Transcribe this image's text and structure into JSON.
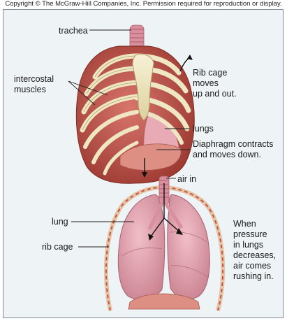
{
  "copyright": "Copyright © The McGraw-Hill Companies, Inc. Permission required for reproduction or display.",
  "labels": {
    "trachea": "trachea",
    "intercostal": [
      "intercostal",
      "muscles"
    ],
    "rib_cage_moves": [
      "Rib cage",
      "moves",
      "up and out."
    ],
    "lungs": "lungs",
    "diaphragm_contracts": [
      "Diaphragm contracts",
      "and moves down."
    ],
    "air_in": "air in",
    "lung": "lung",
    "rib_cage": "rib cage",
    "pressure_note": [
      "When",
      "pressure",
      "in lungs",
      "decreases,",
      "air comes",
      "rushing in."
    ]
  },
  "colors": {
    "panel": "#eef3f6",
    "muscle": "#b8463d",
    "muscle_light": "#d8766c",
    "bone": "#efe7c4",
    "bone_edge": "#b3a36c",
    "lung": "#e8aab5",
    "lung_dark": "#c9808f",
    "trachea": "#d98f9e",
    "diaphragm": "#dd8f84",
    "leader": "#222222"
  }
}
